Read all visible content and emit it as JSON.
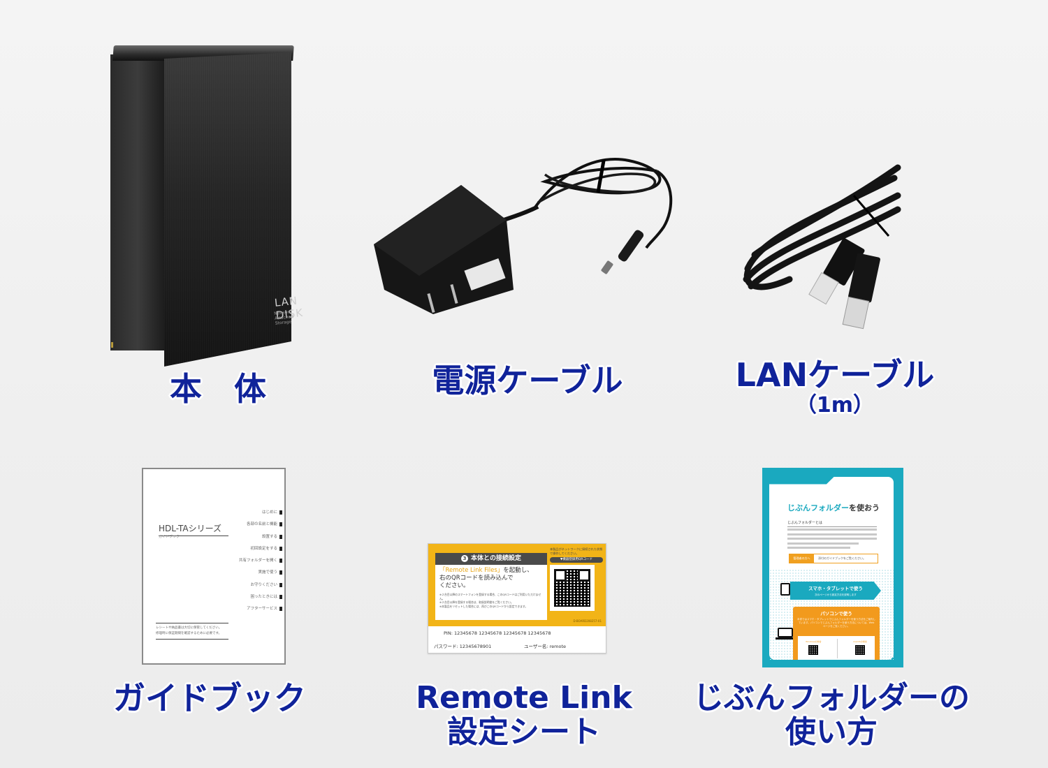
{
  "background_color": "#f0f0f0",
  "label_color": "#10239a",
  "items": [
    {
      "id": "main-unit",
      "label": "本　体",
      "product_logo": "LAN DISK",
      "product_logo_sub": "Network Attached Storage"
    },
    {
      "id": "power-cable",
      "label": "電源ケーブル"
    },
    {
      "id": "lan-cable",
      "label": "LANケーブル",
      "label_sub": "（1m）"
    },
    {
      "id": "guidebook",
      "label": "ガイドブック",
      "doc": {
        "title": "HDL-TAシリーズ",
        "subtitle": "ガイドブック",
        "toc": [
          "はじめに",
          "各部の名前と機能",
          "設置する",
          "初回設定をする",
          "共有フォルダーを開く",
          "実施で使う",
          "お守りください",
          "困ったときには",
          "アフターサービス"
        ],
        "note_line1": "レシートや納品書は大切に保管してください。",
        "note_line2": "修理時に保証期間を確認するために必要です。"
      }
    },
    {
      "id": "remote-link-sheet",
      "label_line1": "Remote Link",
      "label_line2": "設定シート",
      "card": {
        "step_number": "3",
        "heading": "本体との接続設定",
        "app_name": "「Remote Link Files」",
        "instruction_1": "を起動し、",
        "instruction_2": "右のQRコードを読み込んで",
        "instruction_3": "ください。",
        "notes": [
          "※２台目以降のスマートフォンを登録する場合、このQRコードはご利用いただけません。",
          "※２台目以降を登録する場合は、取扱説明書をご覧ください。",
          "※本製品をリセットした場合には、再びこのQRコードから設定できます。"
        ],
        "network_msg": "本製品がネットワークに接続された状態で操作してください。",
        "qr_label": "▼機器登録用QRコード",
        "code": "D-BOARD208257-01",
        "pin_label": "PIN:",
        "pin_value": "12345678 12345678 12345678 12345678",
        "password_label": "パスワード:",
        "password_value": "12345678901",
        "user_label": "ユーザー名:",
        "user_value": "remote"
      }
    },
    {
      "id": "jibun-folder",
      "label_line1": "じぶんフォルダーの",
      "label_line2": "使い方",
      "booklet": {
        "title_colored": "じぶんフォルダー",
        "title_rest": "を使おう",
        "section_title": "じぶんフォルダーとは",
        "admin_tag": "管理者の方へ",
        "admin_text": "添付のガイドブックをご覧ください。",
        "smartphone_heading": "スマホ・タブレットで使う",
        "smartphone_sub": "次のページから設定方法を説明します",
        "pc_heading": "パソコンで使う",
        "pc_desc": "本書ではスマホ・タブレットでじぶんフォルダーを使う方法をご案内しています。パソコンでじぶんフォルダーを使う方法については、Webページをご覧ください。",
        "pc_win_label": "Windowsの場合",
        "pc_mac_label": "macOSの場合"
      }
    }
  ]
}
